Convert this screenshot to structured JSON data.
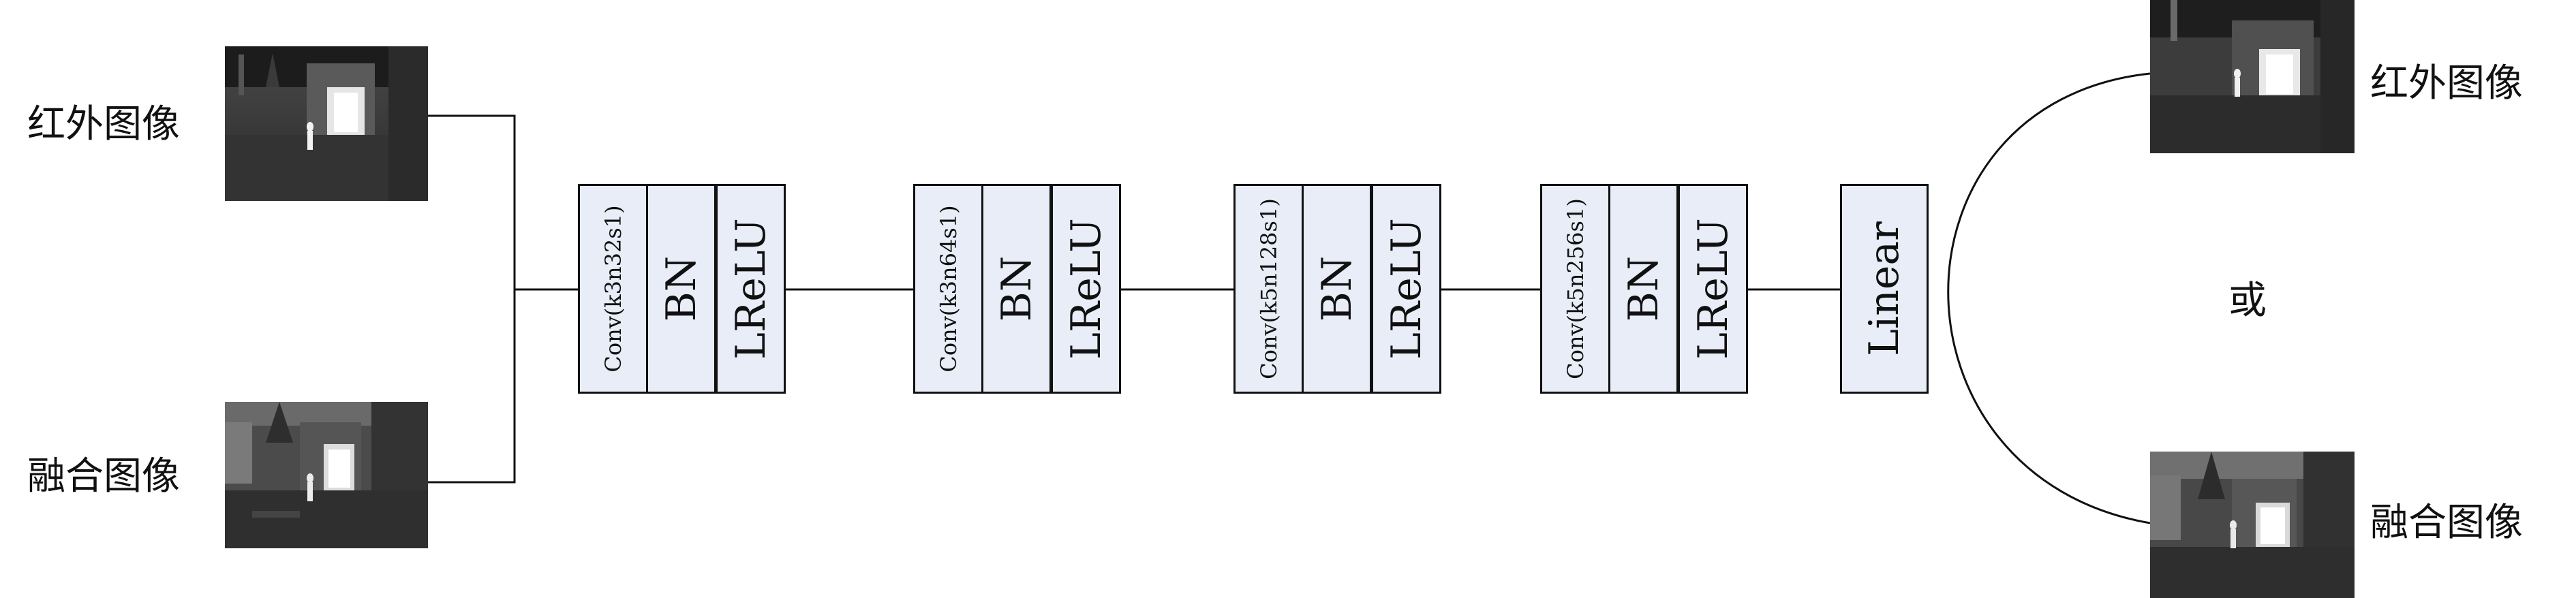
{
  "inputs": {
    "infrared_label": "红外图像",
    "fused_label": "融合图像"
  },
  "layers": [
    {
      "conv_label": "Conv(k3n32s1)",
      "bn_label": "BN",
      "act_label": "LReLU"
    },
    {
      "conv_label": "Conv(k3n64s1)",
      "bn_label": "BN",
      "act_label": "LReLU"
    },
    {
      "conv_label": "Conv(k5n128s1)",
      "bn_label": "BN",
      "act_label": "LReLU"
    },
    {
      "conv_label": "Conv(k5n256s1)",
      "bn_label": "BN",
      "act_label": "LReLU"
    }
  ],
  "linear_label": "Linear",
  "outputs": {
    "infrared_label": "红外图像",
    "or_label": "或",
    "fused_label": "融合图像"
  },
  "colors": {
    "block_fill": "#e8edf8",
    "line": "#111111"
  }
}
